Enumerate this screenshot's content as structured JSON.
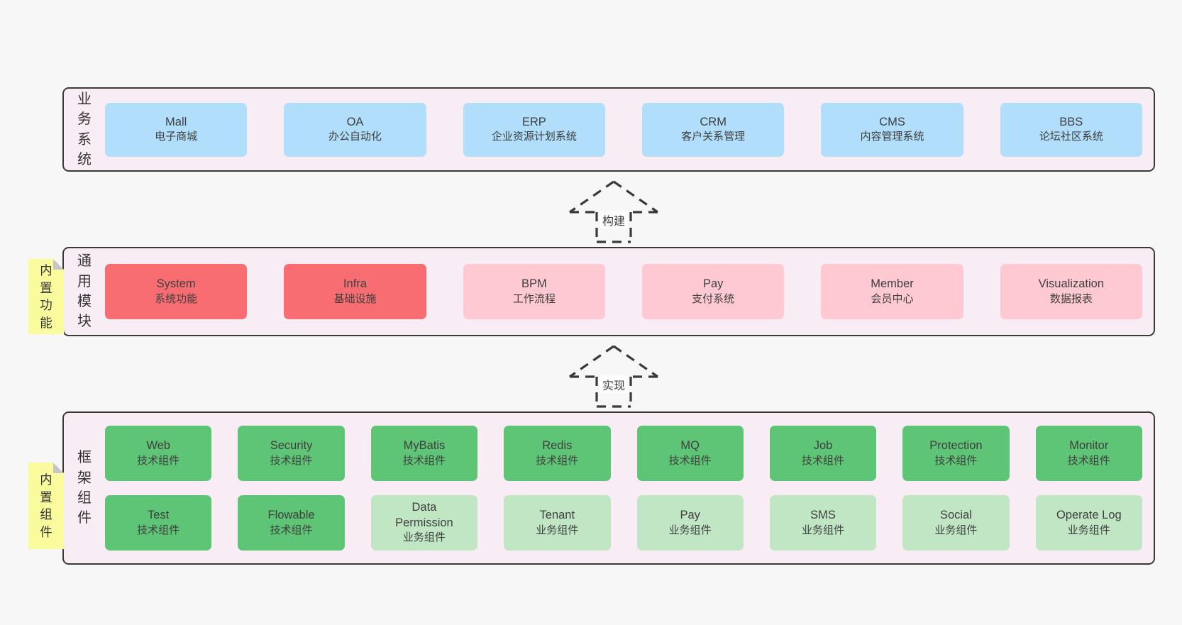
{
  "colors": {
    "page_bg": "#f7f7f7",
    "band_bg": "#f8edf5",
    "band_border": "#3a3a3a",
    "blue": "#b1defa",
    "red": "#f76d72",
    "pink": "#ffc9d2",
    "green_dark": "#5ec476",
    "green_light": "#c0e6c4",
    "note_yellow": "#fafb9d",
    "note_fold": "#c6c6c6",
    "text": "#3f3f3f"
  },
  "arrows": [
    {
      "label": "构建"
    },
    {
      "label": "实现"
    }
  ],
  "bands": [
    {
      "name": "business-systems",
      "label": "业务系统",
      "note": null,
      "columns": 6,
      "rows": [
        [
          {
            "title": "Mall",
            "subtitle": "电子商城",
            "variant": "blue"
          },
          {
            "title": "OA",
            "subtitle": "办公自动化",
            "variant": "blue"
          },
          {
            "title": "ERP",
            "subtitle": "企业资源计划系统",
            "variant": "blue"
          },
          {
            "title": "CRM",
            "subtitle": "客户关系管理",
            "variant": "blue"
          },
          {
            "title": "CMS",
            "subtitle": "内容管理系统",
            "variant": "blue"
          },
          {
            "title": "BBS",
            "subtitle": "论坛社区系统",
            "variant": "blue"
          }
        ]
      ]
    },
    {
      "name": "common-modules",
      "label": "通用模块",
      "note": "内置功能",
      "columns": 6,
      "rows": [
        [
          {
            "title": "System",
            "subtitle": "系统功能",
            "variant": "red"
          },
          {
            "title": "Infra",
            "subtitle": "基础设施",
            "variant": "red"
          },
          {
            "title": "BPM",
            "subtitle": "工作流程",
            "variant": "pink"
          },
          {
            "title": "Pay",
            "subtitle": "支付系统",
            "variant": "pink"
          },
          {
            "title": "Member",
            "subtitle": "会员中心",
            "variant": "pink"
          },
          {
            "title": "Visualization",
            "subtitle": "数据报表",
            "variant": "pink"
          }
        ]
      ]
    },
    {
      "name": "framework-components",
      "label": "框架组件",
      "note": "内置组件",
      "columns": 8,
      "rows": [
        [
          {
            "title": "Web",
            "subtitle": "技术组件",
            "variant": "green"
          },
          {
            "title": "Security",
            "subtitle": "技术组件",
            "variant": "green"
          },
          {
            "title": "MyBatis",
            "subtitle": "技术组件",
            "variant": "green"
          },
          {
            "title": "Redis",
            "subtitle": "技术组件",
            "variant": "green"
          },
          {
            "title": "MQ",
            "subtitle": "技术组件",
            "variant": "green"
          },
          {
            "title": "Job",
            "subtitle": "技术组件",
            "variant": "green"
          },
          {
            "title": "Protection",
            "subtitle": "技术组件",
            "variant": "green"
          },
          {
            "title": "Monitor",
            "subtitle": "技术组件",
            "variant": "green"
          }
        ],
        [
          {
            "title": "Test",
            "subtitle": "技术组件",
            "variant": "green"
          },
          {
            "title": "Flowable",
            "subtitle": "技术组件",
            "variant": "green"
          },
          {
            "title": "Data\nPermission",
            "subtitle": "业务组件",
            "variant": "greenlight"
          },
          {
            "title": "Tenant",
            "subtitle": "业务组件",
            "variant": "greenlight"
          },
          {
            "title": "Pay",
            "subtitle": "业务组件",
            "variant": "greenlight"
          },
          {
            "title": "SMS",
            "subtitle": "业务组件",
            "variant": "greenlight"
          },
          {
            "title": "Social",
            "subtitle": "业务组件",
            "variant": "greenlight"
          },
          {
            "title": "Operate Log",
            "subtitle": "业务组件",
            "variant": "greenlight"
          }
        ]
      ]
    }
  ]
}
